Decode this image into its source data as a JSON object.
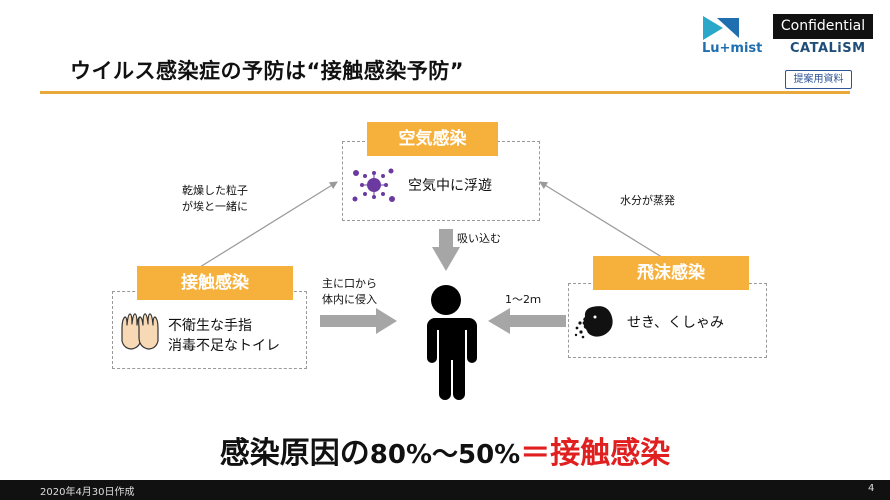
{
  "header": {
    "title": "ウイルス感染症の予防は“接触感染予防”",
    "confidential": "Confidential",
    "logo_lumist": "Lu+mist",
    "logo_catalism": "CATALiSM",
    "badge": "提案用資料"
  },
  "diagram": {
    "air": {
      "label": "空気感染",
      "desc": "空気中に浮遊"
    },
    "contact": {
      "label": "接触感染",
      "line1": "不衛生な手指",
      "line2": "消毒不足なトイレ"
    },
    "droplet": {
      "label": "飛沫感染",
      "desc": "せき、くしゃみ"
    },
    "note_left_1": "乾燥した粒子",
    "note_left_2": "が埃と一緒に",
    "note_right": "水分が蒸発",
    "note_inhale": "吸い込む",
    "note_mouth_1": "主に口から",
    "note_mouth_2": "体内に侵入",
    "note_distance": "1～2ｍ"
  },
  "conclusion": {
    "part1": "感染原因の",
    "part2": "80%～50%",
    "part3": "＝",
    "part4": "接触感染"
  },
  "footer": {
    "date": "2020年4月30日作成",
    "page": "4"
  },
  "colors": {
    "accent_orange": "#f6b03c",
    "conclusion_red": "#e02020",
    "brand_blue": "#1f6fb0"
  }
}
